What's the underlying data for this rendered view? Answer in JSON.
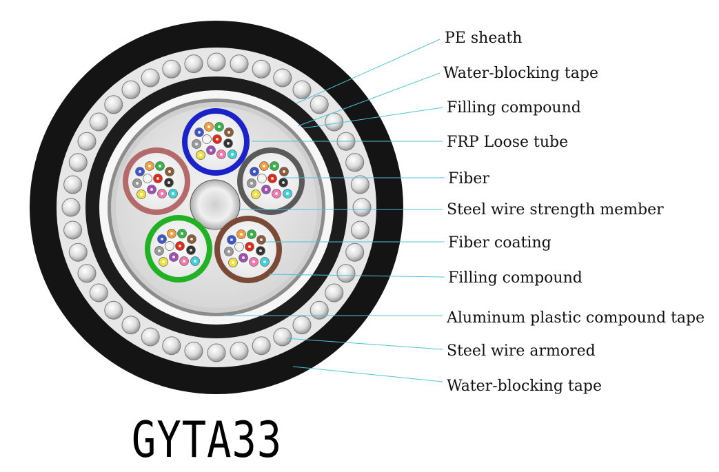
{
  "diagram": {
    "model": "GYTA33",
    "labels": [
      {
        "text": "PE sheath"
      },
      {
        "text": "Water-blocking tape"
      },
      {
        "text": "Filling compound"
      },
      {
        "text": "FRP Loose tube"
      },
      {
        "text": "Fiber"
      },
      {
        "text": "Steel wire strength member"
      },
      {
        "text": "Fiber coating"
      },
      {
        "text": "Filling compound"
      },
      {
        "text": "Aluminum plastic compound tape"
      },
      {
        "text": "Steel wire armored"
      },
      {
        "text": "Water-blocking tape"
      }
    ],
    "tubes": [
      {
        "color": "#1a22c8"
      },
      {
        "color": "#b46a6a"
      },
      {
        "color": "#5a5a5a"
      },
      {
        "color": "#22b024"
      },
      {
        "color": "#7a4a36"
      }
    ],
    "fiber_colors": [
      "#3d55c8",
      "#f0a040",
      "#36b24a",
      "#8a5a3a",
      "#9a9a9a",
      "#f2f2f2",
      "#e02a1a",
      "#333333",
      "#f0e040",
      "#a050b0",
      "#f07ab0",
      "#40d0d8"
    ],
    "colors": {
      "sheath": "#141414",
      "armor_band": "#e7e7e7",
      "leader_line": "#4cc4d8"
    }
  }
}
